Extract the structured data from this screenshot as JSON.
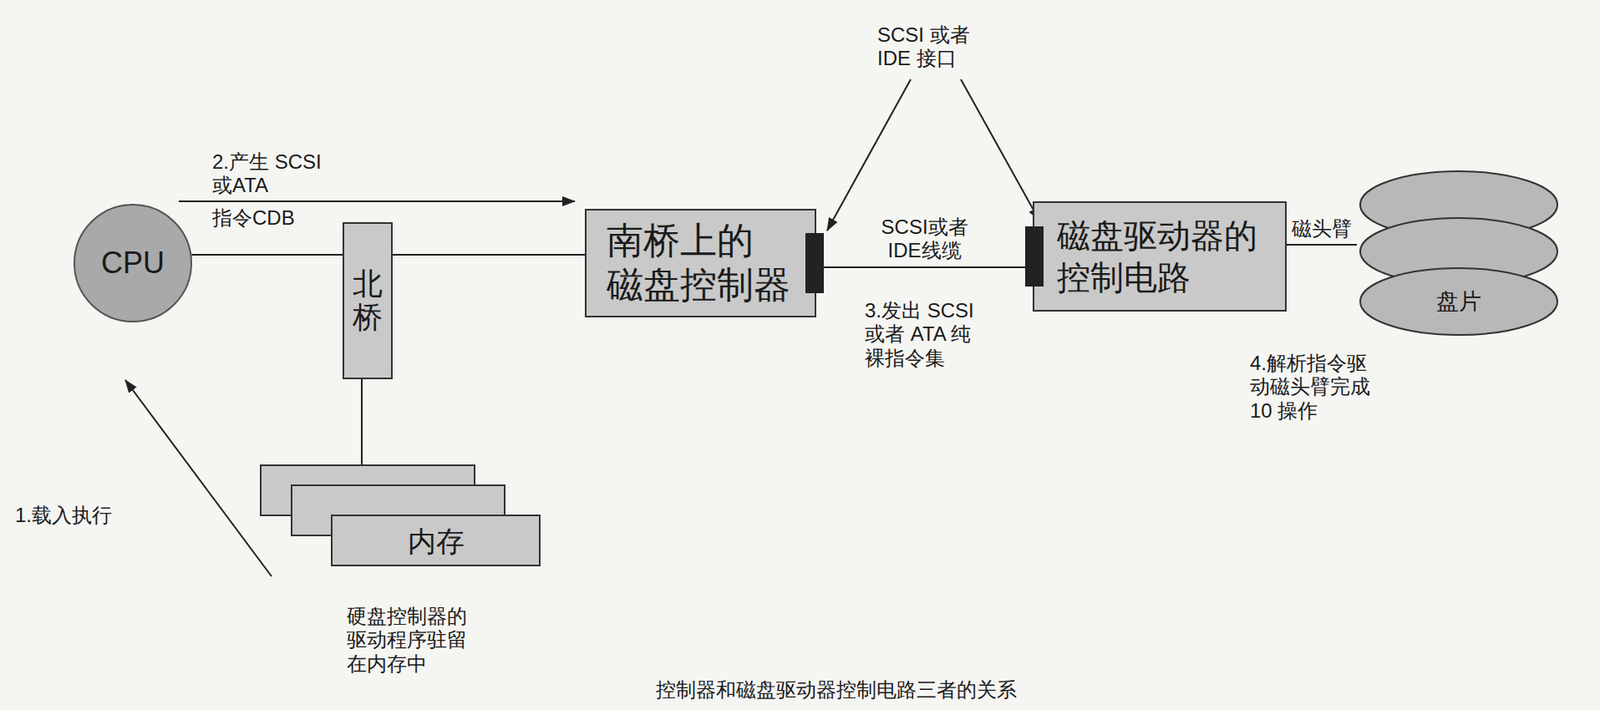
{
  "diagram": {
    "caption": "控制器和磁盘驱动器控制电路三者的关系",
    "nodes": [
      {
        "text": [
          "CPU"
        ]
      },
      {
        "text": [
          "北桥"
        ]
      },
      {
        "text": [
          "内存"
        ]
      },
      {
        "text": [
          "南桥上的 磁盘控制器"
        ]
      },
      {
        "text": [
          "磁盘驱动器的 控制电路"
        ]
      },
      {
        "text": [
          "盘片"
        ]
      }
    ],
    "edges": [
      {
        "from": 0,
        "to": 1,
        "arrow": "none"
      },
      {
        "from": 1,
        "to": 3,
        "arrow": "none"
      },
      {
        "from": 1,
        "to": 2,
        "arrow": "none"
      },
      {
        "from": 3,
        "to": 4,
        "label": "SCSI或者 IDE线缆",
        "arrow": "none"
      },
      {
        "from": 4,
        "to": 5,
        "label": "磁头臂",
        "arrow": "none"
      }
    ],
    "labels": [
      "2.产生 SCSI或ATA",
      "指令CDB",
      "SCSI 或者 IDE 接口",
      "3.发出 SCSI 或者 ATA 纯 裸指令集",
      "4.解析指令驱 动磁头臂完成 10 操作",
      "1.载入执行",
      "硬盘控制器的 驱动程序驻留 在内存中"
    ]
  }
}
